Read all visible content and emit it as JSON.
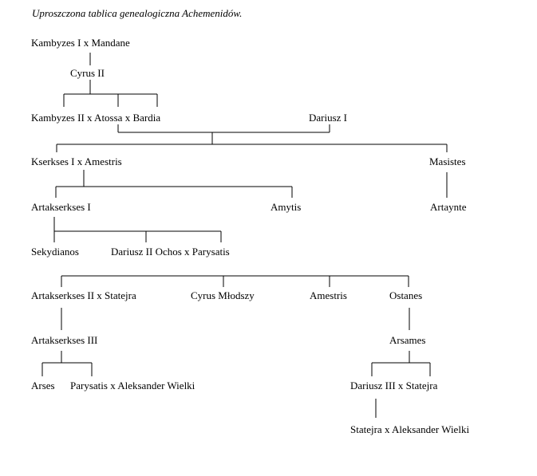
{
  "title": "Uproszczona tablica genealogiczna Achemenidów.",
  "nodes": {
    "kambyzes1": "Kambyzes I x Mandane",
    "cyrus2": "Cyrus II",
    "kambyzes2": "Kambyzes II x Atossa x Bardia",
    "dariusz1": "Dariusz I",
    "kserkses1": "Kserkses I x Amestris",
    "masistes": "Masistes",
    "artakserkses1": "Artakserkses I",
    "amytis": "Amytis",
    "artaynte": "Artaynte",
    "sekydianos": "Sekydianos",
    "dariusz2": "Dariusz II Ochos x Parysatis",
    "artakserkses2": "Artakserkses II x Statejra",
    "cyrus_mlodszy": "Cyrus Młodszy",
    "amestris": "Amestris",
    "ostanes": "Ostanes",
    "artakserkses3": "Artakserkses III",
    "arsames": "Arsames",
    "arses": "Arses",
    "parysatis_aleksander": "Parysatis x Aleksander Wielki",
    "dariusz3": "Dariusz III x Statejra",
    "statejra_aleksander": "Statejra x Aleksander Wielki"
  }
}
